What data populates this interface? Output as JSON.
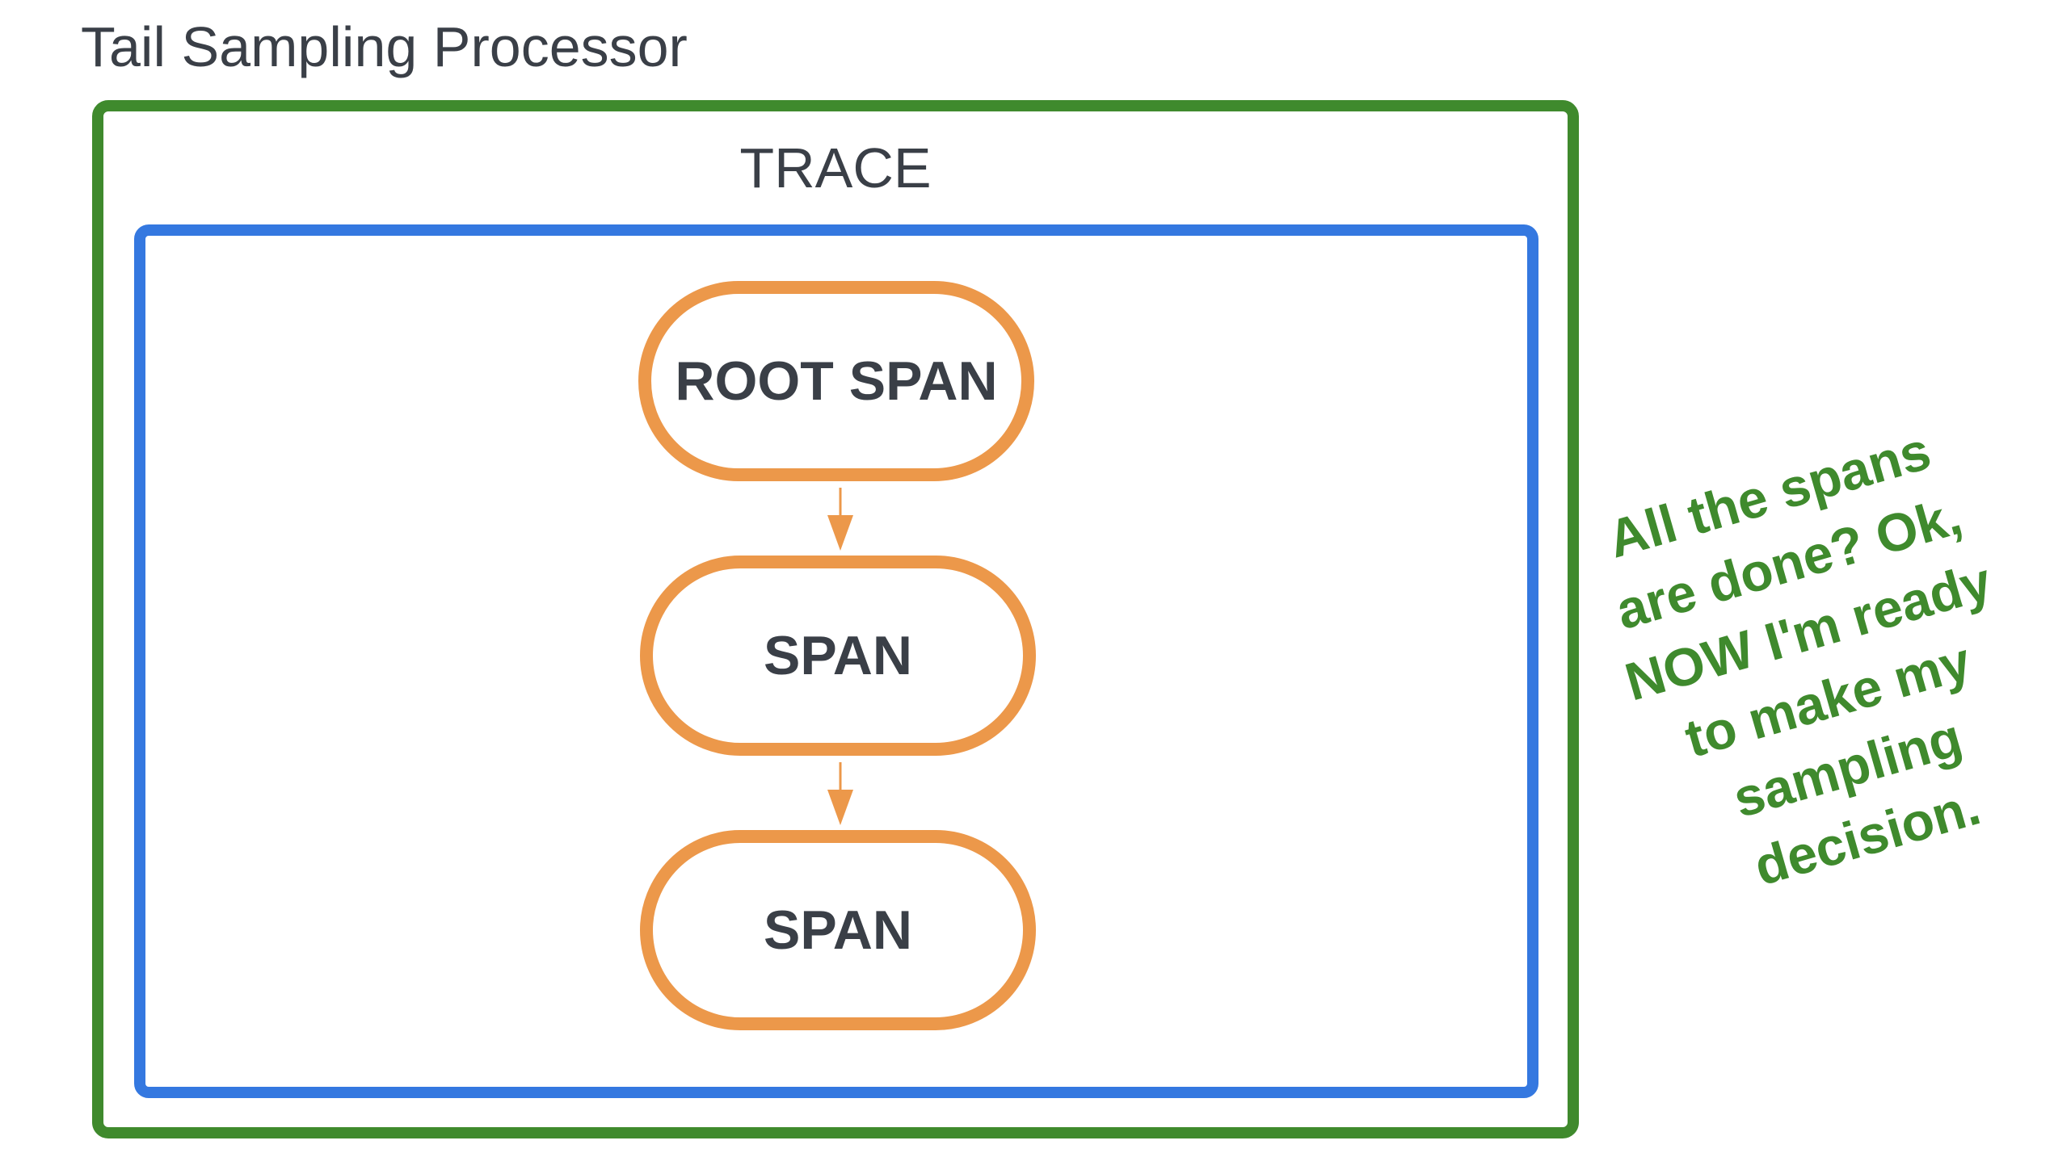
{
  "processor": {
    "title": "Tail Sampling Processor",
    "border_color": "#3f8a2d"
  },
  "trace": {
    "label": "TRACE",
    "border_color": "#3478e0"
  },
  "spans": [
    {
      "label": "ROOT SPAN"
    },
    {
      "label": "SPAN"
    },
    {
      "label": "SPAN"
    }
  ],
  "span_color": "#ec984a",
  "note": {
    "lines": [
      "All the spans",
      "are done? Ok,",
      "NOW I'm ready",
      "to make my",
      "sampling",
      "decision."
    ],
    "color": "#3f8a2d"
  }
}
